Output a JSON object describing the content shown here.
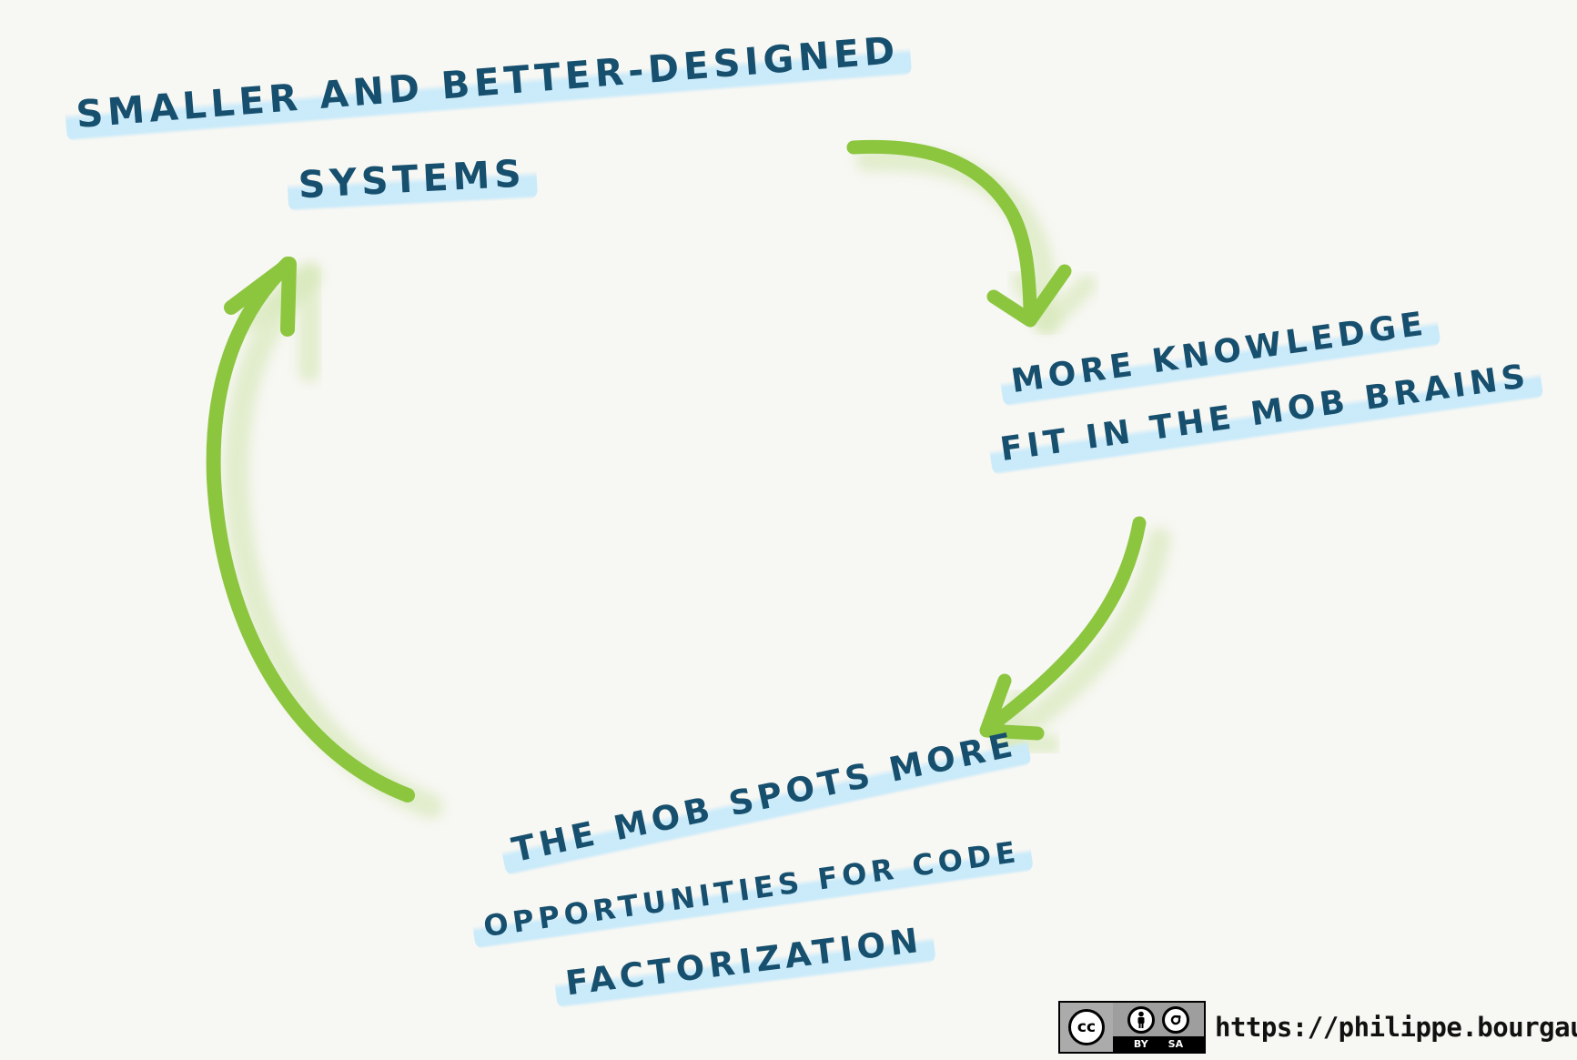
{
  "diagram": {
    "top_left_label": [
      "SMALLER AND BETTER-DESIGNED",
      "SYSTEMS"
    ],
    "right_label": [
      "MORE KNOWLEDGE",
      "FIT IN THE MOB BRAINS"
    ],
    "bottom_label": [
      "THE MOB SPOTS MORE",
      "OPPORTUNITIES FOR CODE",
      "FACTORIZATION"
    ],
    "arrow_color": "#8cc63f",
    "text_color": "#17506e",
    "highlight_color": "#c8eafa"
  },
  "license": {
    "badge": {
      "main": "cc",
      "by_icon": "person-icon",
      "sa_icon": "share-alike-icon",
      "by_label": "BY",
      "sa_label": "SA"
    },
    "url": "https://philippe.bourgau.net"
  }
}
